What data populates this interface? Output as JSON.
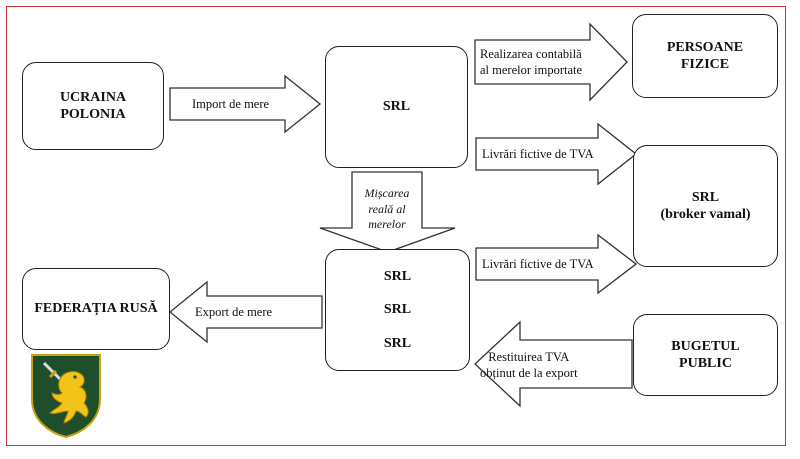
{
  "nodes": {
    "ucraina": {
      "line1": "UCRAINA",
      "line2": "POLONIA"
    },
    "srl_top": {
      "label": "SRL"
    },
    "persoane": {
      "line1": "PERSOANE",
      "line2": "FIZICE"
    },
    "srl_broker": {
      "line1": "SRL",
      "line2": "(broker vamal)"
    },
    "federatia": {
      "label": "FEDERAȚIA RUSĂ"
    },
    "srl_group": {
      "line1": "SRL",
      "line2": "SRL",
      "line3": "SRL"
    },
    "bugetul": {
      "line1": "BUGETUL",
      "line2": "PUBLIC"
    }
  },
  "edges": {
    "import": {
      "label": "Import de mere"
    },
    "realizarea": {
      "line1": "Realizarea contabilă",
      "line2": "al merelor importate"
    },
    "livrari_top": {
      "label": "Livrări fictive de TVA"
    },
    "miscarea": {
      "line1": "Mișcarea",
      "line2": "reală al",
      "line3": "merelor"
    },
    "livrari_bottom": {
      "label": "Livrări fictive de TVA"
    },
    "export": {
      "label": "Export de mere"
    },
    "restituirea": {
      "line1": "Restituirea TVA",
      "line2": "obținut de la export"
    }
  },
  "colors": {
    "frame": "#cc3333",
    "logo_shield": "#1f4f2a",
    "logo_lion": "#f2c318"
  }
}
